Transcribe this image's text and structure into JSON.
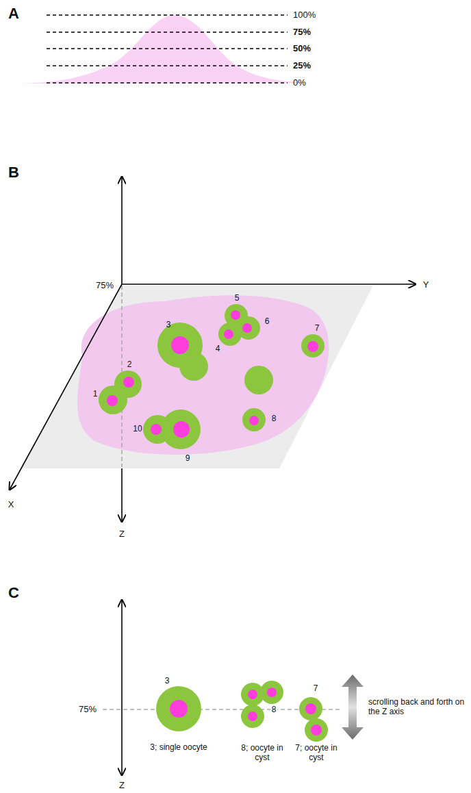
{
  "diagram": {
    "labels": [
      "A",
      "100%",
      "75%",
      "50%",
      "25%",
      "0%",
      "B",
      "75%",
      "Y",
      "X",
      "Z",
      "3",
      "5",
      "6",
      "4",
      "7",
      "2",
      "1",
      "10",
      "9",
      "8",
      "C",
      "Z",
      "75%",
      "3",
      "3; single oocyte",
      "8",
      "8; oocyte in cyst",
      "7",
      "7; oocyte in cyst",
      "scrolling back and forth on the Z axis"
    ]
  }
}
